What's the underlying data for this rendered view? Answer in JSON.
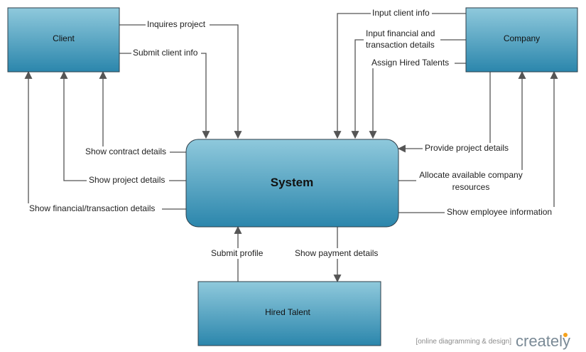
{
  "colors": {
    "box_top": "#8fc9dc",
    "box_bottom": "#2b86ac",
    "edge": "#555555",
    "logo_accent": "#f5a21b"
  },
  "nodes": {
    "client": "Client",
    "company": "Company",
    "system": "System",
    "hired_talent": "Hired Talent"
  },
  "edges": {
    "inquires_project": "Inquires project",
    "submit_client_info": "Submit client info",
    "input_client_info": "Input client info",
    "input_financial_line1": "Input financial and",
    "input_financial_line2": "transaction details",
    "assign_hired_talents": "Assign Hired Talents",
    "show_contract_details": "Show contract details",
    "show_project_details": "Show project details",
    "show_financial_transaction": "Show financial/transaction details",
    "provide_project_details": "Provide project details",
    "allocate_line1": "Allocate available company",
    "allocate_line2": "resources",
    "show_employee_information": "Show employee information",
    "submit_profile": "Submit profile",
    "show_payment_details": "Show payment details"
  },
  "watermark": {
    "tagline": "[online diagramming & design]",
    "logo": "creately"
  }
}
